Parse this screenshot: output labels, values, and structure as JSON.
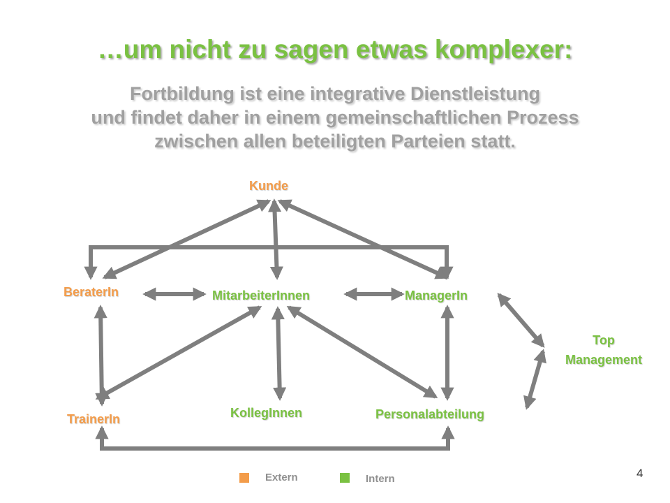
{
  "header": {
    "title": "…um nicht zu sagen etwas komplexer:",
    "subtitle_lines": [
      "Fortbildung ist eine integrative Dienstleistung",
      "und findet daher in einem gemeinschaftlichen Prozess",
      "zwischen allen beteiligten Parteien statt."
    ]
  },
  "nodes": {
    "kunde": "Kunde",
    "berater": "BeraterIn",
    "mitarbeiter": "MitarbeiterInnen",
    "manager": "ManagerIn",
    "top_management_line1": "Top",
    "top_management_line2": "Management",
    "trainer": "TrainerIn",
    "kollegen": "KollegInnen",
    "personal": "Personalabteilung"
  },
  "legend": {
    "extern_label": "Extern",
    "intern_label": "Intern",
    "extern_color": "#f39c4a",
    "intern_color": "#7ac142"
  },
  "colors": {
    "arrow": "#7f7f7f"
  },
  "page_number": "4"
}
